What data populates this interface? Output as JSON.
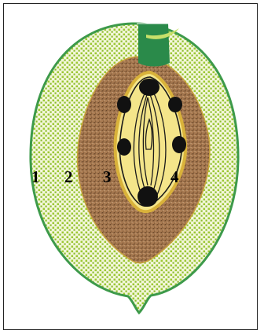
{
  "diagram": {
    "labels": {
      "l1": "1",
      "l2": "2",
      "l3": "3",
      "l4": "4"
    },
    "colors": {
      "outer_rim": "#3d9a4a",
      "flesh_fill": "#f4f7dc",
      "flesh_dots": "#9cc833",
      "mid_layer": "#a97b52",
      "mid_layer_speckle": "#6d4a2c",
      "mid_layer_edge": "#c9a23a",
      "kernel_fill": "#f4e58a",
      "kernel_outline": "#1a1a1a",
      "seeds": "#111111",
      "stem": "#2a8a4a",
      "stem_highlight": "#c8e06a"
    }
  }
}
